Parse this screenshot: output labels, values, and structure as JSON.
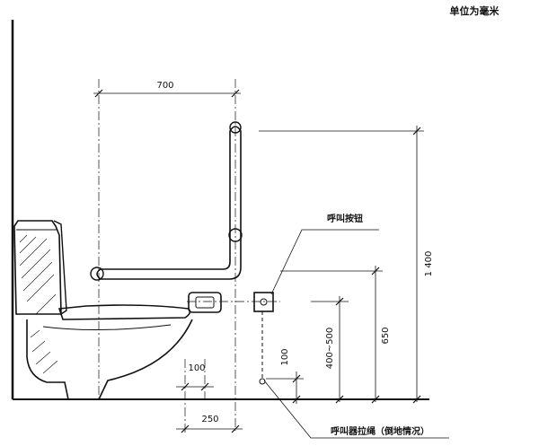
{
  "units_note": "单位为毫米",
  "callouts": {
    "call_button": "呼叫按钮",
    "pull_cord": "呼叫器拉绳（倒地情况）"
  },
  "dimensions": {
    "grab_bar_width": "700",
    "grab_bar_height": "1 400",
    "button_height": "650",
    "pull_cord_range": "400~500",
    "cord_end_gap": "100",
    "paper_holder_offset": "100",
    "paper_holder_distance": "250"
  }
}
